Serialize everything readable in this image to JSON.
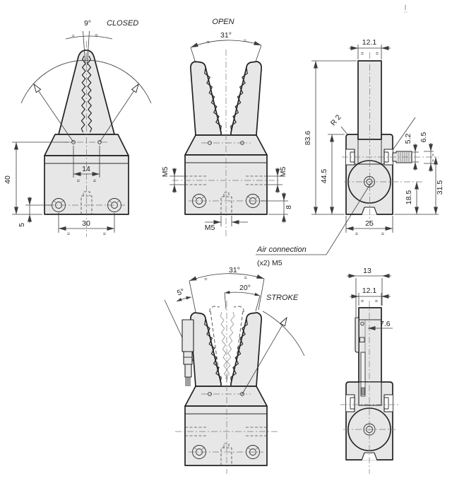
{
  "drawing": {
    "views": {
      "closed": {
        "title": "CLOSED",
        "angle": "9°",
        "dim_height": "40",
        "dim_base": "5",
        "dim_pivot_span": "14",
        "dim_hole_span": "30"
      },
      "open": {
        "title": "OPEN",
        "angle": "31°",
        "thread_left": "M5",
        "thread_right": "M5",
        "dim_hole_base": "8",
        "thread_bottom": "M5"
      },
      "side": {
        "dim_jaw_width": "12.1",
        "dim_total_height": "83.6",
        "dim_body_height": "44.5",
        "fillet_radius": "R 2",
        "dim_stud_a": "5.2",
        "dim_stud_b": "6.5",
        "dim_port_height": "18.5",
        "dim_stud_height": "31.5",
        "dim_body_width": "25",
        "callout_line1": "Air connection",
        "callout_line2": "(x2) M5"
      },
      "stroke": {
        "title": "STROKE",
        "angle_open": "31°",
        "angle_stroke": "20°",
        "angle_closed": "5°"
      },
      "side_stroke": {
        "dim_total_width": "13",
        "dim_jaw_width": "12.1",
        "dim_sensor_offset": "7.6"
      }
    },
    "symbols": {
      "equals": "="
    }
  }
}
